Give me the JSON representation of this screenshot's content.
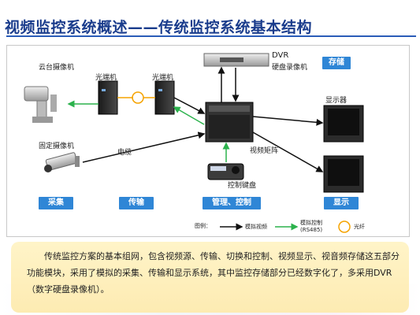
{
  "title": "视频监控系统概述——传统监控系统基本结构",
  "diagram": {
    "labels": {
      "ptz_camera": "云台摄像机",
      "fixed_camera": "固定摄像机",
      "optical_1": "光端机",
      "optical_2": "光端机",
      "cable": "电缆",
      "dvr_title": "DVR",
      "dvr_sub": "硬盘录像机",
      "storage": "存储",
      "monitor": "显示器",
      "matrix": "视频矩阵",
      "keyboard": "控制键盘"
    },
    "stages": {
      "acquire": "采集",
      "transmit": "传输",
      "manage": "管理、控制",
      "display": "显示"
    },
    "legend": {
      "title": "图例：",
      "video": "模拟视频",
      "control_line1": "模拟控制",
      "control_line2": "(RS485)",
      "fiber": "光纤"
    }
  },
  "description": "传统监控方案的基本组网，包含视频源、传输、切换和控制、视频显示、视音频存储这五部分功能模块，采用了模拟的采集、传输和显示系统，其中监控存储部分已经数字化了，多采用DVR（数字硬盘录像机）。"
}
